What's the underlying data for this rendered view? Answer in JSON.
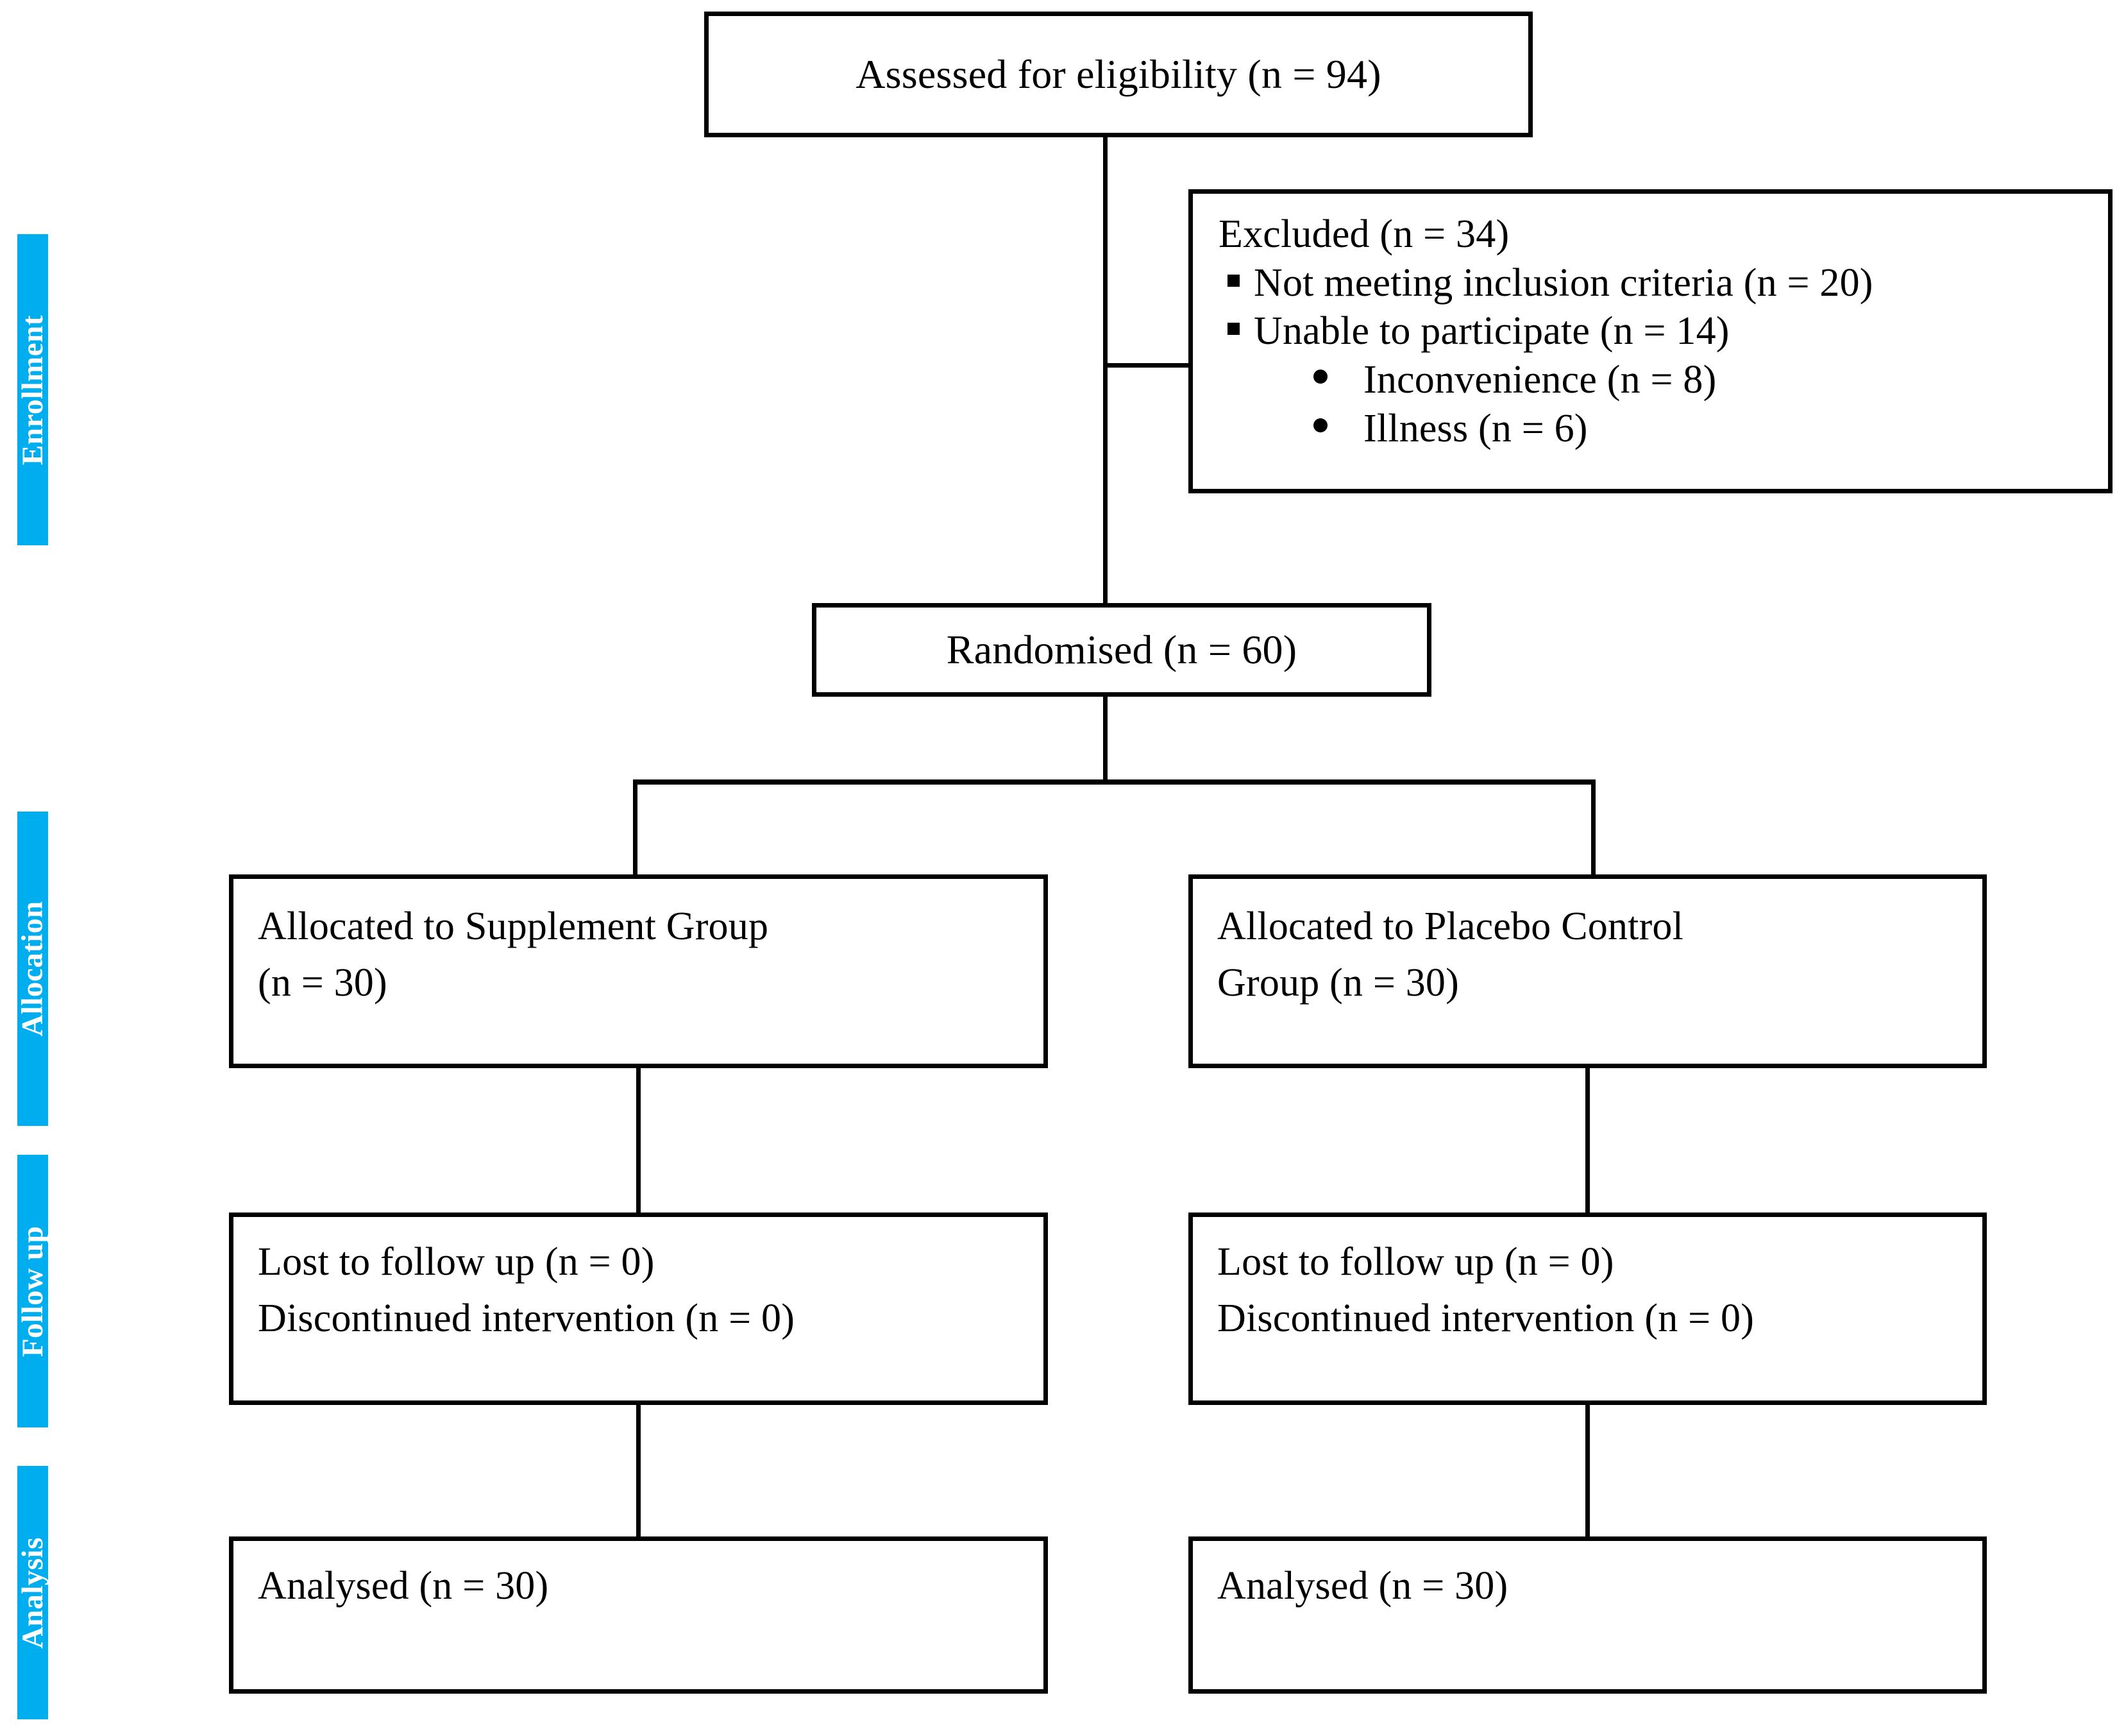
{
  "diagram": {
    "type": "consort-flow-diagram",
    "accent_color": "#00aeef",
    "line_color": "#000000",
    "background": "#ffffff"
  },
  "stages": [
    {
      "key": "enrollment",
      "label": "Enrollment"
    },
    {
      "key": "allocation",
      "label": "Allocation"
    },
    {
      "key": "followup",
      "label": "Follow up"
    },
    {
      "key": "analysis",
      "label": "Analysis"
    }
  ],
  "nodes": {
    "assessed": {
      "text": "Assessed for eligibility (n = 94)"
    },
    "randomised": {
      "text": "Randomised (n = 60)"
    },
    "excluded": {
      "heading": "Excluded (n = 34)",
      "items": [
        {
          "marker": "square",
          "text": "Not meeting inclusion criteria (n = 20)"
        },
        {
          "marker": "square",
          "text": "Unable to participate (n = 14)"
        },
        {
          "marker": "round",
          "text": "Inconvenience (n = 8)"
        },
        {
          "marker": "round",
          "text": "Illness (n = 6)"
        }
      ]
    },
    "allocated_supplement": {
      "line1": "Allocated to Supplement Group",
      "line2": "(n = 30)"
    },
    "allocated_placebo": {
      "line1": "Allocated to Placebo Control",
      "line2": "Group (n = 30)"
    },
    "followup_left": {
      "line1": "Lost to follow up (n = 0)",
      "line2": "Discontinued intervention (n = 0)"
    },
    "followup_right": {
      "line1": "Lost to follow up (n = 0)",
      "line2": "Discontinued intervention (n = 0)"
    },
    "analysed_left": {
      "text": "Analysed (n = 30)"
    },
    "analysed_right": {
      "text": "Analysed (n = 30)"
    }
  }
}
